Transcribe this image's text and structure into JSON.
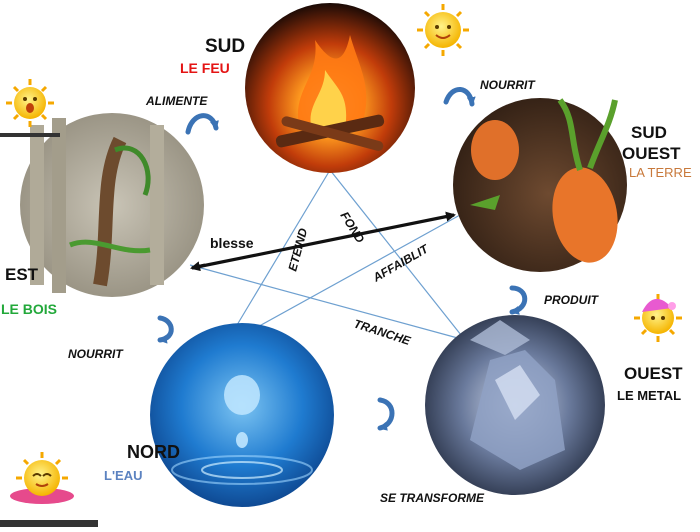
{
  "colors": {
    "fire_label": "#e41414",
    "earth_label": "#c8793b",
    "wood_label": "#22a83a",
    "water_label": "#5b82c0",
    "arrow_circle": "#3b73b5",
    "thin_line": "#6ea0d0"
  },
  "elements": {
    "fire": {
      "direction": "SUD",
      "name": "LE FEU"
    },
    "earth": {
      "direction_line1": "SUD",
      "direction_line2": "OUEST",
      "name": "LA TERRE"
    },
    "wood": {
      "direction": "EST",
      "name": "LE BOIS"
    },
    "metal": {
      "direction": "OUEST",
      "name": "LE METAL"
    },
    "water": {
      "direction": "NORD",
      "name": "L'EAU"
    }
  },
  "relations": {
    "wood_fire": "ALIMENTE",
    "fire_earth": "NOURRIT",
    "earth_metal": "PRODUIT",
    "metal_water": "SE TRANSFORME",
    "water_wood": "NOURRIT",
    "wood_earth": "blesse",
    "water_fire": "ETEIND",
    "fire_metal": "FOND",
    "metal_wood": "TRANCHE",
    "earth_water": "AFFAIBLIT"
  },
  "icons": [
    "sun-icon",
    "sun-icon",
    "sun-icon",
    "sun-icon",
    "curved-arrow-icon"
  ]
}
